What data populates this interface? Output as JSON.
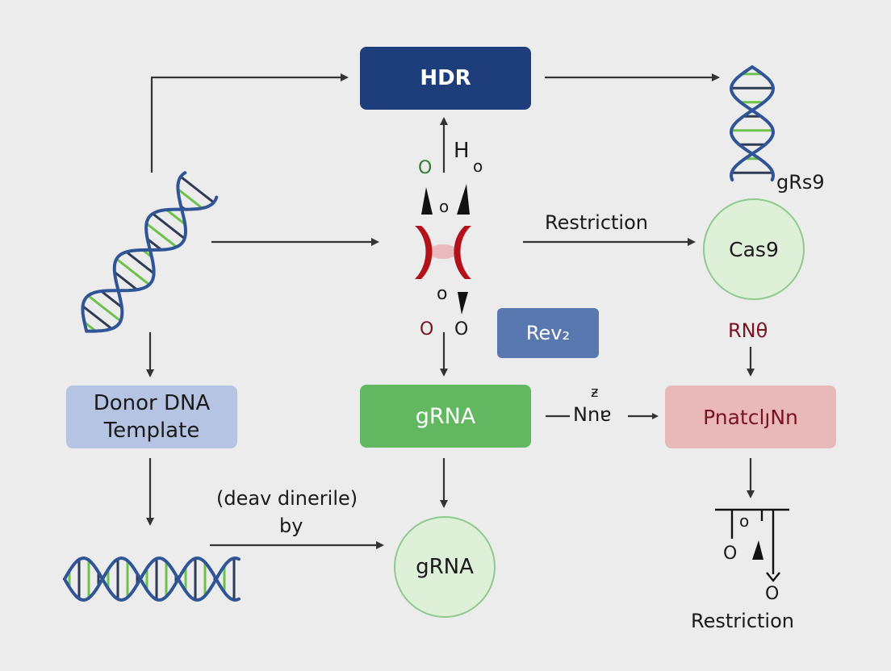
{
  "nodes": {
    "hdr": "HDR",
    "grna_box": "gRNA",
    "rev": "Rev₂",
    "donor_line1": "Donor DNA",
    "donor_line2": "Template",
    "pnat": "PnatclȷNn",
    "cas9": "Cas9",
    "grna_circle": "gRNA"
  },
  "labels": {
    "restriction_top": "Restriction",
    "restriction_bottom": "Restriction",
    "grs9": "gRs9",
    "rna": "RNθ",
    "nna": "Nnɐ",
    "nna_mark": "ƶ",
    "deav_line1": "(deav dinerile)",
    "deav_line2": "by",
    "h_label": "H",
    "h_sub": "o",
    "o_green": "O",
    "o_mid": "o",
    "o_lower": "o",
    "o_red": "O",
    "o_right": "O",
    "tr_o": "o",
    "tr_o2": "O",
    "tr_o3": "O"
  },
  "colors": {
    "hdr": "#1e3d7b",
    "grna": "#61b861",
    "rev": "#5a78b0",
    "donor": "#b5c4e2",
    "pnat": "#e9b9b9",
    "circle_fill": "#dff0d8",
    "circle_border": "#8ec98e",
    "dna_blue": "#2f5597",
    "dna_green": "#6cc24a",
    "cut_red": "#b3121b",
    "arrow": "#333333"
  },
  "icons": {
    "dna_left": "dna-helix-icon",
    "dna_bottom": "dna-helix-icon",
    "dna_top_right": "dna-helix-icon",
    "cut_site": "double-strand-break-icon"
  }
}
